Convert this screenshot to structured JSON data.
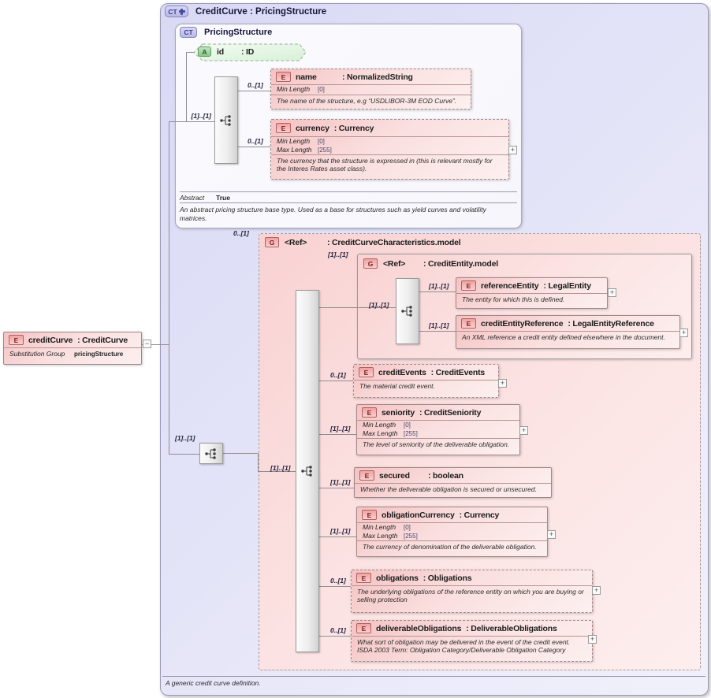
{
  "root": {
    "badge": "CT",
    "title": "CreditCurve : PricingStructure",
    "footer": "A generic credit curve definition."
  },
  "base": {
    "badge": "CT",
    "title": "PricingStructure",
    "card": "[1]..[1]",
    "attr": {
      "badge": "A",
      "name": "id",
      "type": ": ID"
    },
    "name_elem": {
      "badge": "E",
      "card": "0..[1]",
      "name": "name",
      "type": ": NormalizedString",
      "f1l": "Min Length",
      "f1v": "[0]",
      "doc": "The name of the structure, e.g “USDLIBOR-3M EOD Curve”."
    },
    "currency_elem": {
      "badge": "E",
      "card": "0..[1]",
      "name": "currency",
      "type": ": Currency",
      "f1l": "Min Length",
      "f1v": "[0]",
      "f2l": "Max Length",
      "f2v": "[255]",
      "doc": "The currency that the structure is expressed in (this is relevant mostly for the Interes Rates asset class).",
      "expand": "+"
    },
    "abstract_label": "Abstract",
    "abstract_value": "True",
    "doc": "An abstract pricing structure base type. Used as a base for structures such as yield curves and volatility matrices."
  },
  "credit_curve": {
    "badge": "E",
    "name": "creditCurve",
    "type": ": CreditCurve",
    "subst_label": "Substitution Group",
    "subst_value": "pricingStructure",
    "toggle": "−"
  },
  "main_card": "[1]..[1]",
  "group": {
    "badge": "G",
    "card": "0..[1]",
    "name": "<Ref>",
    "type": ": CreditCurveCharacteristics.model",
    "seq_card": "[1]..[1]",
    "entity": {
      "badge": "G",
      "card": "[1]..[1]",
      "name": "<Ref>",
      "type": ": CreditEntity.model",
      "choice_card": "[1]..[1]",
      "reference_entity": {
        "badge": "E",
        "card": "[1]..[1]",
        "name": "referenceEntity",
        "type": ": LegalEntity",
        "doc": "The entity for which this is defined.",
        "expand": "+"
      },
      "credit_entity_reference": {
        "badge": "E",
        "card": "[1]..[1]",
        "name": "creditEntityReference",
        "type": ": LegalEntityReference",
        "doc": "An XML reference a credit entity defined elsewhere in the document.",
        "expand": "+"
      }
    },
    "credit_events": {
      "badge": "E",
      "card": "0..[1]",
      "name": "creditEvents",
      "type": ": CreditEvents",
      "doc": "The material credit event.",
      "expand": "+"
    },
    "seniority": {
      "badge": "E",
      "card": "[1]..[1]",
      "name": "seniority",
      "type": ": CreditSeniority",
      "f1l": "Min Length",
      "f1v": "[0]",
      "f2l": "Max Length",
      "f2v": "[255]",
      "doc": "The level of seniority of the deliverable obligation.",
      "expand": "+"
    },
    "secured": {
      "badge": "E",
      "card": "[1]..[1]",
      "name": "secured",
      "type": ": boolean",
      "doc": "Whether the deliverable obligation is secured or unsecured."
    },
    "obligation_currency": {
      "badge": "E",
      "card": "[1]..[1]",
      "name": "obligationCurrency",
      "type": ": Currency",
      "f1l": "Min Length",
      "f1v": "[0]",
      "f2l": "Max Length",
      "f2v": "[255]",
      "doc": "The currency of denomination of the deliverable obligation.",
      "expand": "+"
    },
    "obligations": {
      "badge": "E",
      "card": "0..[1]",
      "name": "obligations",
      "type": ": Obligations",
      "doc": "The underlying obligations of the reference entity on which you are buying or selling protection",
      "expand": "+"
    },
    "deliverable_obligations": {
      "badge": "E",
      "card": "0..[1]",
      "name": "deliverableObligations",
      "type": ": DeliverableObligations",
      "doc": "What sort of obligation may be delivered in the event of the credit event. ISDA 2003 Term: Obligation Category/Deliverable Obligation Category",
      "expand": "+"
    }
  }
}
